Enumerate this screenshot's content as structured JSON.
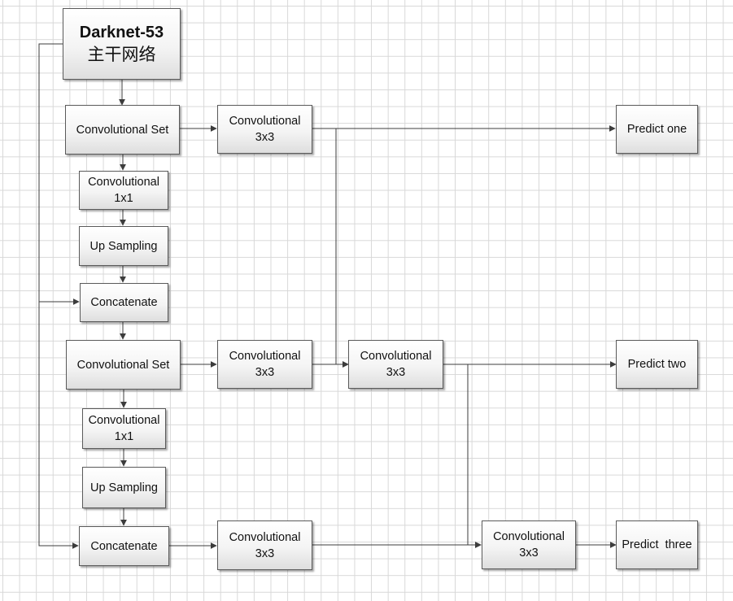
{
  "nodes": {
    "darknet": {
      "title": "Darknet-53",
      "subtitle": "主干网络"
    },
    "conv_set_1": "Convolutional Set",
    "conv3_a": [
      "Convolutional",
      "3x3"
    ],
    "predict_one": "Predict one",
    "conv1x1_1": [
      "Convolutional",
      "1x1"
    ],
    "upsample_1": "Up Sampling",
    "concat_1": "Concatenate",
    "conv_set_2": "Convolutional Set",
    "conv3_b": [
      "Convolutional",
      "3x3"
    ],
    "conv3_c": [
      "Convolutional",
      "3x3"
    ],
    "predict_two": "Predict two",
    "conv1x1_2": [
      "Convolutional",
      "1x1"
    ],
    "upsample_2": "Up Sampling",
    "concat_2": "Concatenate",
    "conv3_d": [
      "Convolutional",
      "3x3"
    ],
    "conv3_e": [
      "Convolutional",
      "3x3"
    ],
    "predict_three": "Predict  three"
  },
  "style": {
    "line_color": "#3c3c3c",
    "grid_color": "#d8d8d8",
    "box_border": "#5a5a5a"
  }
}
